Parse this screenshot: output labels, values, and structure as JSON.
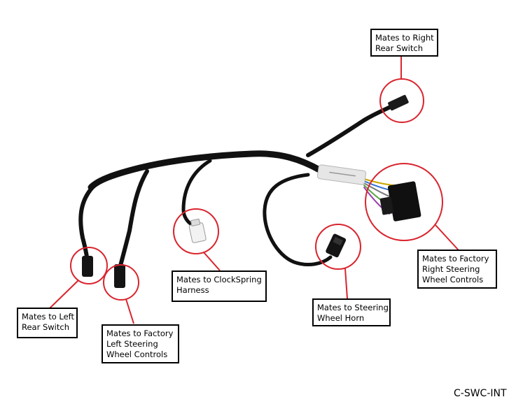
{
  "callouts": {
    "right_rear_switch": {
      "line1": "Mates to Right",
      "line2": "Rear Switch"
    },
    "factory_right_steering": {
      "line1": "Mates to Factory",
      "line2": "Right Steering",
      "line3": "Wheel Controls"
    },
    "steering_horn": {
      "line1": "Mates to Steering",
      "line2": "Wheel Horn"
    },
    "clockspring": {
      "line1": "Mates to ClockSpring",
      "line2": "Harness"
    },
    "factory_left_steering": {
      "line1": "Mates to Factory",
      "line2": "Left Steering",
      "line3": "Wheel Controls"
    },
    "left_rear_switch": {
      "line1": "Mates to Left",
      "line2": "Rear Switch"
    }
  },
  "part_code": "C-SWC-INT",
  "colors": {
    "highlight": "#d9252e",
    "cable": "#111111",
    "sleeve": "#e6e6e6"
  }
}
